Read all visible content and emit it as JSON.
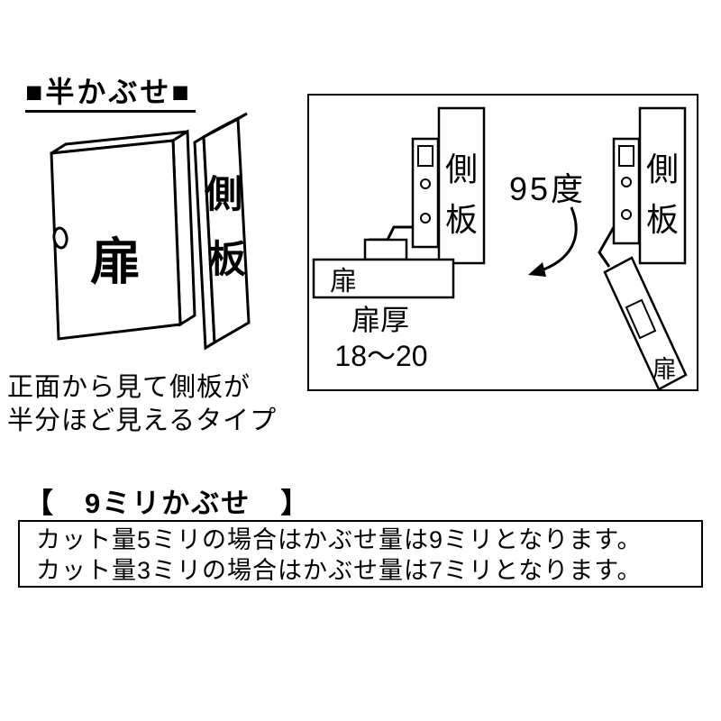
{
  "title": "■半かぶせ■",
  "overview": {
    "door_label": "扉",
    "side_top": "側",
    "side_bottom": "板",
    "caption1": "正面から見て側板が",
    "caption2": "半分ほど見えるタイプ"
  },
  "hinge": {
    "angle": "95度",
    "closed": {
      "side_top": "側",
      "side_bottom": "板",
      "door": "扉",
      "thickness_label": "扉厚",
      "thickness_value": "18〜20"
    },
    "open": {
      "side_top": "側",
      "side_bottom": "板",
      "door": "扉"
    }
  },
  "overlay": {
    "heading": "【　9ミリかぶせ　】",
    "line1": "カット量5ミリの場合はかぶせ量は9ミリとなります。",
    "line2": "カット量3ミリの場合はかぶせ量は7ミリとなります。"
  }
}
